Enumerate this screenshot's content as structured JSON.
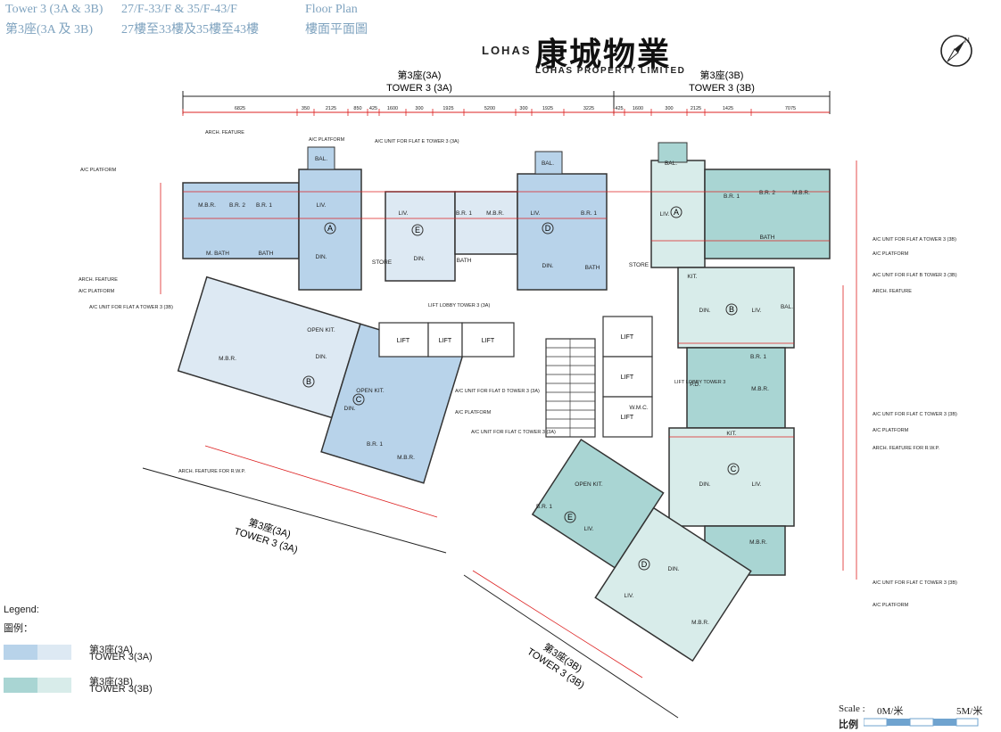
{
  "header": {
    "line1_tower": "Tower 3 (3A & 3B)",
    "line1_floors": "27/F-33/F & 35/F-43/F",
    "line1_plan": "Floor Plan",
    "line2_tower": "第3座(3A 及 3B)",
    "line2_floors": "27樓至33樓及35樓至43樓",
    "line2_plan": "樓面平面圖"
  },
  "logo": {
    "mark": "LOHAS",
    "chinese": "康城物業",
    "english": "LOHAS PROPERTY LIMITED"
  },
  "north_icon": "north-arrow-icon",
  "towers": {
    "t3a_cn": "第3座(3A)",
    "t3a_en": "TOWER 3 (3A)",
    "t3b_cn": "第3座(3B)",
    "t3b_en": "TOWER 3 (3B)"
  },
  "room_labels": {
    "liv": "LIV.",
    "din": "DIN.",
    "mbr": "M.B.R.",
    "br1": "B.R. 1",
    "br2": "B.R. 2",
    "kit": "KIT.",
    "bath": "BATH",
    "bal": "BAL.",
    "store": "STORE",
    "open_kit": "OPEN KIT.",
    "mbath": "M. BATH",
    "lift": "LIFT",
    "wmc": "W.M.C.",
    "pd": "P.D."
  },
  "flats": [
    "A",
    "B",
    "C",
    "D",
    "E"
  ],
  "annotations": {
    "arch_feature": "ARCH. FEATURE",
    "ac_platform": "A/C PLATFORM",
    "lift_lobby_3a": "LIFT LOBBY TOWER 3 (3A)",
    "lift_lobby_3b": "LIFT LOBBY TOWER 3",
    "ac_unit_a_3b": "A/C UNIT FOR FLAT A TOWER 3 (3B)",
    "ac_unit_b_3b": "A/C UNIT FOR FLAT B TOWER 3 (3B)",
    "ac_unit_c_3b": "A/C UNIT FOR FLAT C TOWER 3 (3B)",
    "ac_unit_c_3a": "A/C UNIT FOR FLAT C TOWER 3 (3A)",
    "ac_unit_d_3a": "A/C UNIT FOR FLAT D TOWER 3 (3A)",
    "ac_unit_e_3a": "A/C UNIT FOR FLAT E TOWER 3 (3A)",
    "arch_feature_rwp": "ARCH. FEATURE FOR R.W.P."
  },
  "top_dimensions": [
    "6825",
    "350",
    "2125",
    "850",
    "425",
    "1600",
    "300",
    "1925",
    "5200",
    "300",
    "1925",
    "3225",
    "425",
    "1600",
    "300",
    "2125",
    "1425",
    "7075"
  ],
  "legend": {
    "title_en": "Legend:",
    "title_cn": "圖例：",
    "item_3a_cn": "第3座(3A)",
    "item_3a_en": "TOWER 3(3A)",
    "item_3b_cn": "第3座(3B)",
    "item_3b_en": "TOWER 3(3B)",
    "color_3a": "#b8d3ea",
    "color_3a_light": "#dde9f3",
    "color_3b": "#a9d5d3",
    "color_3b_light": "#d8ecea"
  },
  "scale": {
    "label_en": "Scale :",
    "label_cn": "比例",
    "start": "0M/米",
    "end": "5M/米"
  }
}
